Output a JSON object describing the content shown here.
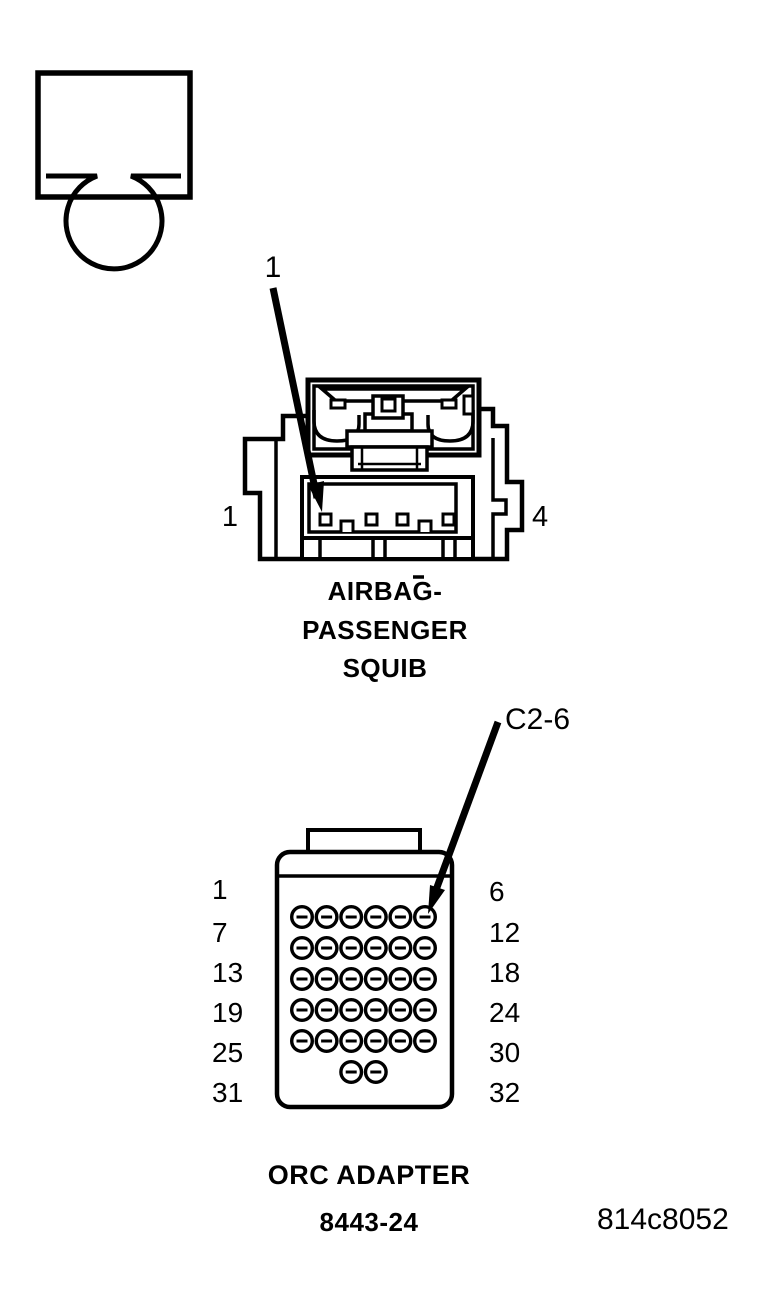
{
  "colors": {
    "background": "#ffffff",
    "line": "#000000"
  },
  "legend": {
    "symbol": "omega-resistance"
  },
  "squib_connector": {
    "callout_label": "1",
    "left_pin_label": "1",
    "right_pin_label": "4",
    "caption_lines": [
      "AIRBAG-",
      "PASSENGER",
      "SQUIB"
    ]
  },
  "orc_adapter": {
    "callout_label": "C2-6",
    "pin_rows": [
      6,
      6,
      6,
      6,
      6,
      2
    ],
    "left_pin_labels": [
      "1",
      "7",
      "13",
      "19",
      "25",
      "31"
    ],
    "right_pin_labels": [
      "6",
      "12",
      "18",
      "24",
      "30",
      "32"
    ],
    "caption": "ORC ADAPTER",
    "part_number": "8443-24"
  },
  "figure_code": "814c8052"
}
